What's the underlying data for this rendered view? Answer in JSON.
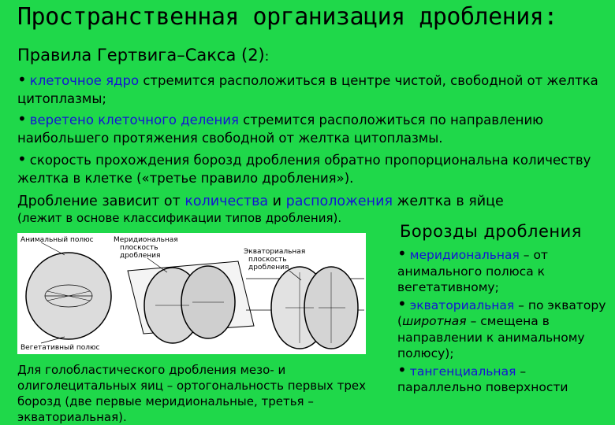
{
  "title": "Пространственная организация дробления:",
  "subtitle_main": "Правила Гертвига–Сакса (2)",
  "subtitle_colon": ":",
  "rules": [
    {
      "term": "клеточное ядро",
      "rest": " стремится расположиться в центре чистой, свободной от желтка цитоплазмы;"
    },
    {
      "term": "веретено клеточного деления",
      "rest": " стремится расположиться по направлению наибольшего протяжения свободной от желтка цитоплазмы."
    },
    {
      "text": "скорость прохождения борозд дробления обратно пропорциональна количеству желтка в клетке («третье правило дробления»)."
    }
  ],
  "dependence": {
    "p1": "Дробление зависит от ",
    "w1": "количества",
    "p2": " и ",
    "w2": "расположения",
    "p3": " желтка в яйце",
    "note": "(лежит в основе классификации типов дробления)."
  },
  "figure_labels": {
    "animal_pole": "Анимальный полюс",
    "meridional": [
      "Меридиональная",
      "плоскость",
      "дробления"
    ],
    "equatorial": [
      "Экваториальная",
      "плоскость",
      "дробления"
    ],
    "vegetal_pole": "Вегетативный полюс"
  },
  "caption": "Для голобластического дробления мезо- и олиголецитальных яиц – ортогональность первых трех борозд (две первые меридиональные, третья – экваториальная).",
  "furrows": {
    "heading": "Борозды дробления",
    "items": [
      {
        "term": "меридиональная",
        "rest": " – от анимального полюса к вегетативному;"
      },
      {
        "term": "экваториальная",
        "rest_before": " – по экватору (",
        "italic": "широтная",
        "rest_after": " – смещена в направлении к анимальному полюсу);"
      },
      {
        "term": "тангенциальная",
        "rest": " – параллельно поверхности"
      }
    ]
  },
  "colors": {
    "background": "#1fd84a",
    "accent": "#1414d4"
  }
}
